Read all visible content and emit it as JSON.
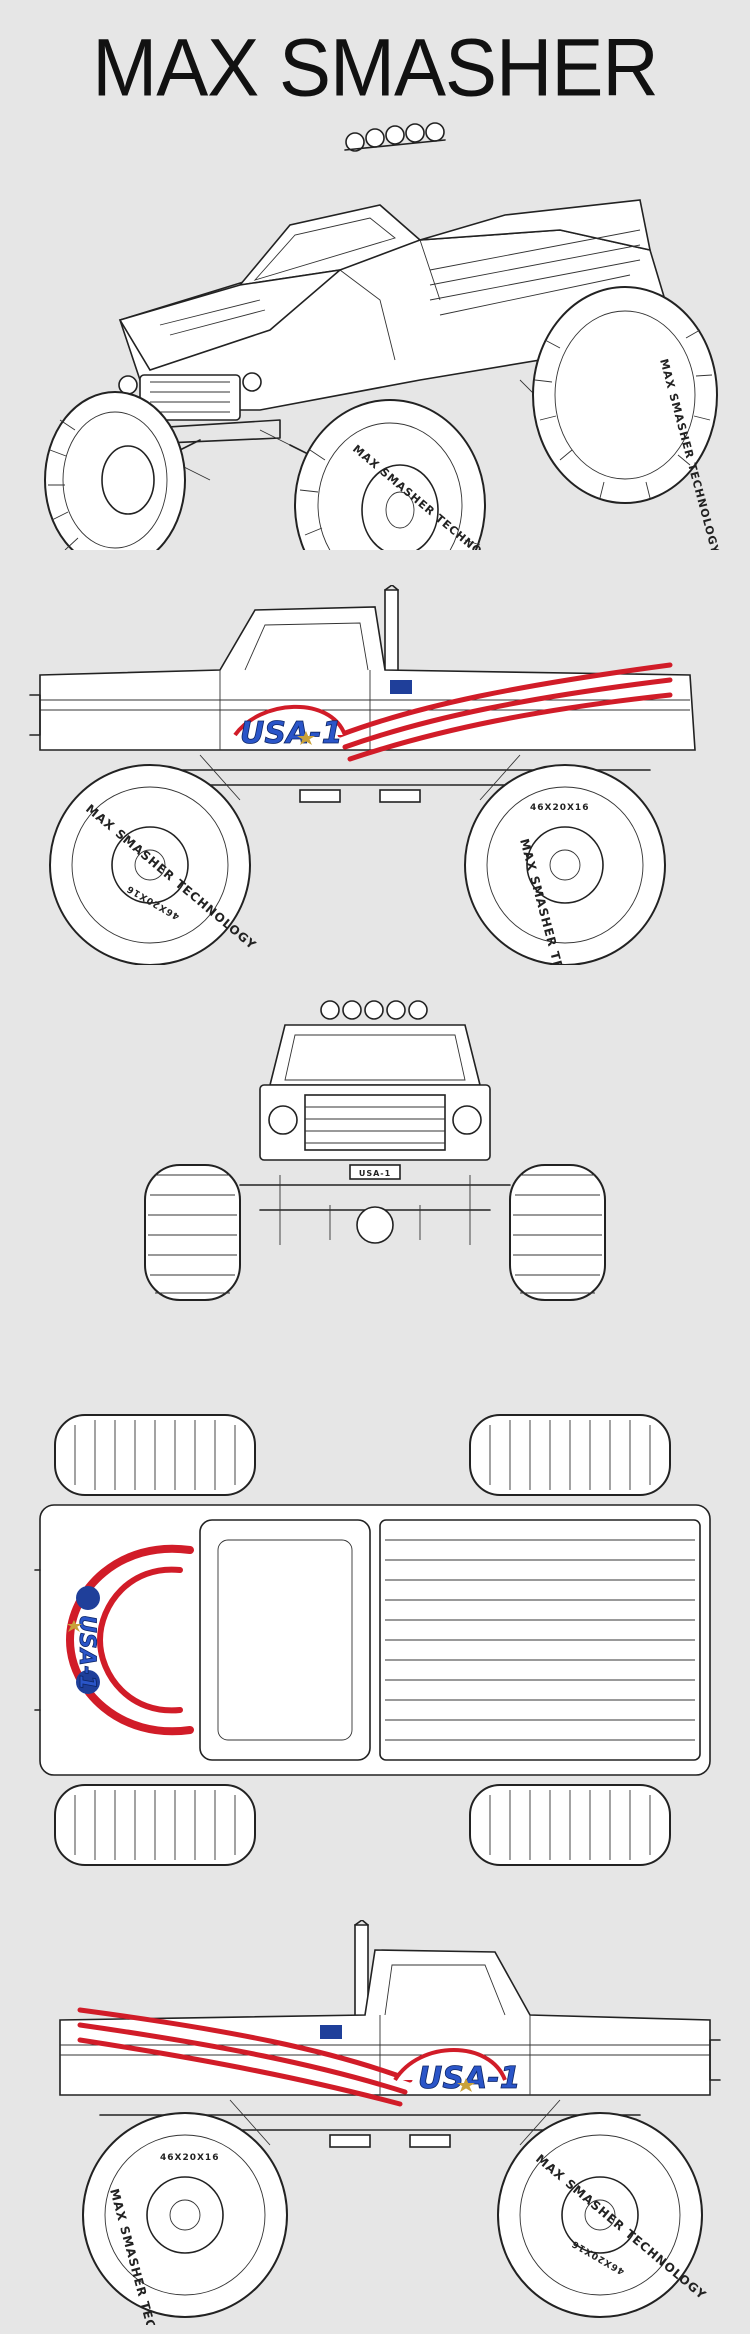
{
  "title": "MAX SMASHER",
  "decal_text": "USA-1",
  "tire_text": {
    "brand": "MAX SMASHER TECHNOLOGY",
    "size": "46X20X16"
  },
  "colors": {
    "background": "#e6e6e6",
    "line": "#222222",
    "stripe_red": "#d11c28",
    "decal_blue": "#1f3f9a",
    "star_gold": "#c9a23a"
  }
}
